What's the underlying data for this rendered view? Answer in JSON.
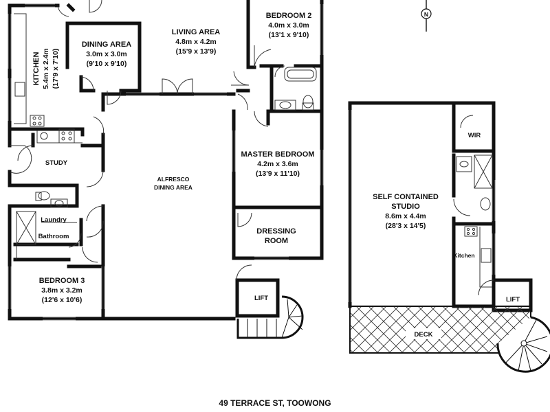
{
  "rooms": {
    "bedroom2": {
      "name": "BEDROOM 2",
      "dim_m": "4.0m x 3.0m",
      "dim_ft": "(13'1 x 9'10)"
    },
    "living": {
      "name": "LIVING AREA",
      "dim_m": "4.8m x 4.2m",
      "dim_ft": "(15'9 x 13'9)"
    },
    "dining": {
      "name": "DINING AREA",
      "dim_m": "3.0m x 3.0m",
      "dim_ft": "(9'10 x 9'10)"
    },
    "kitchen": {
      "name": "KITCHEN",
      "dim_m": "5.4m x 2.4m",
      "dim_ft": "(17'9 x 7'10)"
    },
    "study": {
      "name": "STUDY"
    },
    "alfresco": {
      "line1": "ALFRESCO",
      "line2": "DINING AREA"
    },
    "master": {
      "name": "MASTER BEDROOM",
      "dim_m": "4.2m x 3.6m",
      "dim_ft": "(13'9 x 11'10)"
    },
    "dressing": {
      "line1": "DRESSING",
      "line2": "ROOM"
    },
    "laundry": {
      "name": "Laundry"
    },
    "bathroom": {
      "name": "Bathroom"
    },
    "bedroom3": {
      "name": "BEDROOM 3",
      "dim_m": "3.8m x 3.2m",
      "dim_ft": "(12'6 x 10'6)"
    },
    "lift1": {
      "name": "LIFT"
    },
    "studio": {
      "line1": "SELF CONTAINED",
      "line2": "STUDIO",
      "dim_m": "8.6m x 4.4m",
      "dim_ft": "(28'3 x 14'5)"
    },
    "wir": {
      "name": "WIR"
    },
    "studio_kitchen": {
      "name": "Kitchen"
    },
    "lift2": {
      "name": "LIFT"
    },
    "deck": {
      "name": "DECK"
    }
  },
  "compass": {
    "letter": "N"
  },
  "address": "49 TERRACE ST, TOOWONG"
}
